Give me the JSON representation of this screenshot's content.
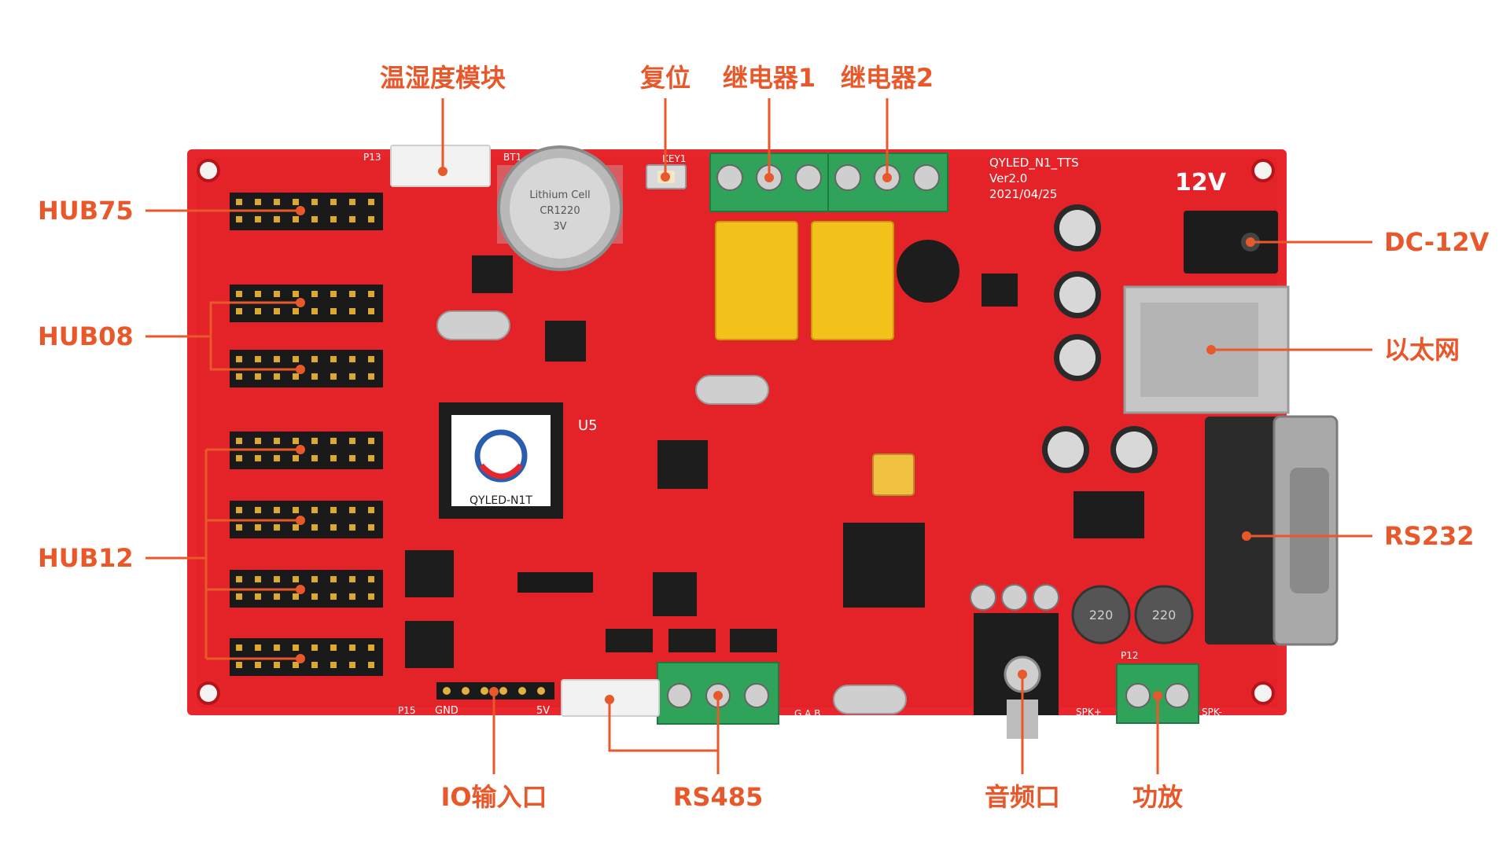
{
  "colors": {
    "label": "#e8582a",
    "leader": "#e8582a",
    "board": "#e8262b",
    "board_dark": "#c81a1f",
    "silkscreen": "#ffffff",
    "terminal": "#2fa35a",
    "relay": "#f2c21a"
  },
  "callouts": {
    "temp_humidity": "温湿度模块",
    "reset": "复位",
    "relay1": "继电器1",
    "relay2": "继电器2",
    "hub75": "HUB75",
    "hub08": "HUB08",
    "hub12": "HUB12",
    "dc12v": "DC-12V",
    "ethernet": "以太网",
    "rs232": "RS232",
    "io_input": "IO输入口",
    "rs485": "RS485",
    "audio": "音频口",
    "amplifier": "功放"
  },
  "board": {
    "model": "QYLED_N1_TTS",
    "version": "Ver2.0",
    "date": "2021/04/25",
    "voltage_mark": "12V",
    "chip_logo_text": "QYLED-N1T",
    "chip_ref": "U5",
    "battery_text1": "Lithium Cell",
    "battery_text2": "CR1220",
    "battery_text3": "3V",
    "key_ref": "KEY1",
    "gnd_mark": "GND",
    "v5_mark": "5V",
    "gab_mark": "G A B",
    "spk_plus": "SPK+",
    "spk_minus": "SPK-",
    "inductor_mark": "220",
    "p13": "P13",
    "p15": "P15",
    "p12": "P12",
    "bt1": "BT1"
  }
}
